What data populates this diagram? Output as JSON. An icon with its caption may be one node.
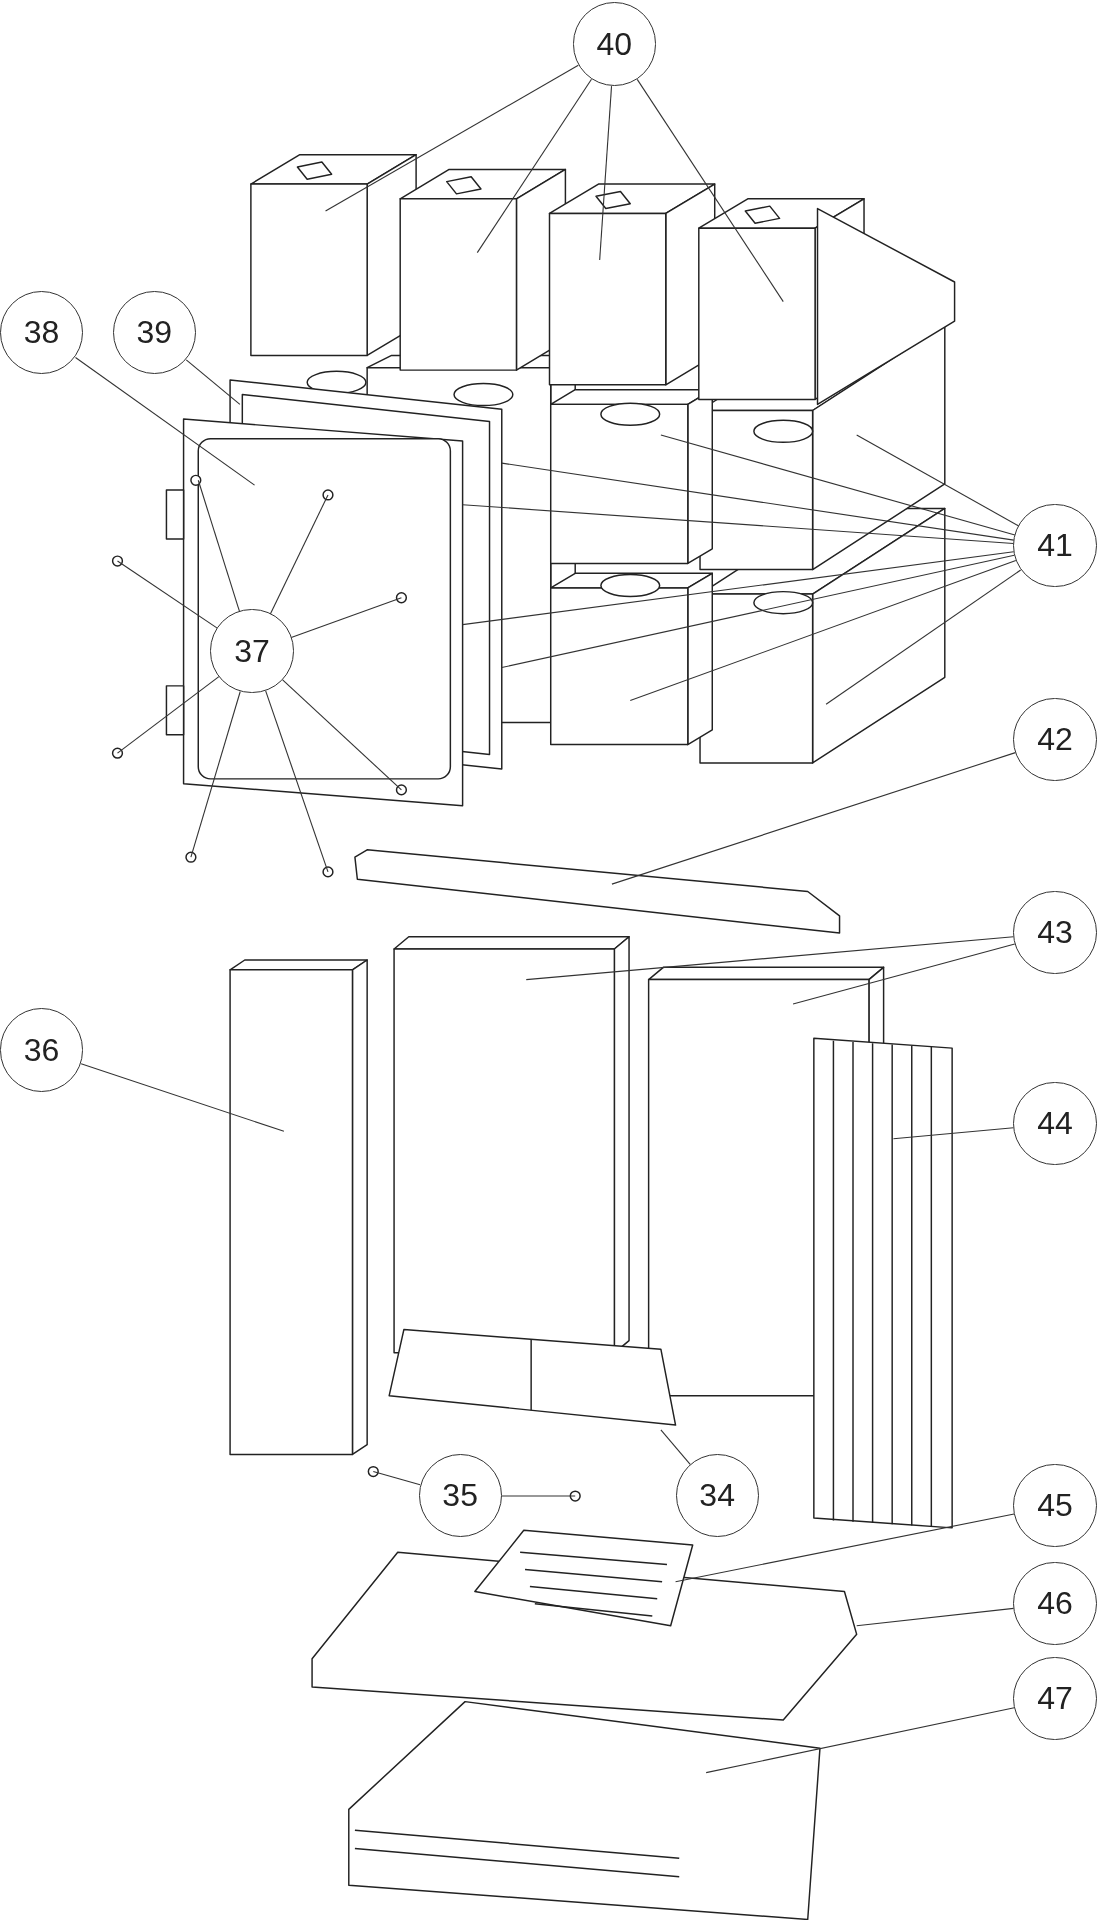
{
  "diagram": {
    "nodes": [
      {
        "text": [
          "40"
        ]
      },
      {
        "text": [
          "38"
        ]
      },
      {
        "text": [
          "39"
        ]
      },
      {
        "text": [
          "41"
        ]
      },
      {
        "text": [
          "37"
        ]
      },
      {
        "text": [
          "42"
        ]
      },
      {
        "text": [
          "43"
        ]
      },
      {
        "text": [
          "36"
        ]
      },
      {
        "text": [
          "44"
        ]
      },
      {
        "text": [
          "35"
        ]
      },
      {
        "text": [
          "34"
        ]
      },
      {
        "text": [
          "45"
        ]
      },
      {
        "text": [
          "46"
        ]
      },
      {
        "text": [
          "47"
        ]
      }
    ],
    "edges": [
      {
        "from": 0,
        "to": null,
        "arrow": "none"
      },
      {
        "from": 0,
        "to": null,
        "arrow": "none"
      },
      {
        "from": 0,
        "to": null,
        "arrow": "none"
      },
      {
        "from": 0,
        "to": null,
        "arrow": "none"
      },
      {
        "from": 1,
        "to": null,
        "arrow": "none"
      },
      {
        "from": 2,
        "to": null,
        "arrow": "none"
      },
      {
        "from": 3,
        "to": null,
        "arrow": "none"
      },
      {
        "from": 3,
        "to": null,
        "arrow": "none"
      },
      {
        "from": 3,
        "to": null,
        "arrow": "none"
      },
      {
        "from": 3,
        "to": null,
        "arrow": "none"
      },
      {
        "from": 3,
        "to": null,
        "arrow": "none"
      },
      {
        "from": 3,
        "to": null,
        "arrow": "none"
      },
      {
        "from": 3,
        "to": null,
        "arrow": "none"
      },
      {
        "from": 3,
        "to": null,
        "arrow": "none"
      },
      {
        "from": 4,
        "to": null,
        "arrow": "none"
      },
      {
        "from": 4,
        "to": null,
        "arrow": "none"
      },
      {
        "from": 4,
        "to": null,
        "arrow": "none"
      },
      {
        "from": 4,
        "to": null,
        "arrow": "none"
      },
      {
        "from": 4,
        "to": null,
        "arrow": "none"
      },
      {
        "from": 4,
        "to": null,
        "arrow": "none"
      },
      {
        "from": 4,
        "to": null,
        "arrow": "none"
      },
      {
        "from": 4,
        "to": null,
        "arrow": "none"
      },
      {
        "from": 5,
        "to": null,
        "arrow": "none"
      },
      {
        "from": 6,
        "to": null,
        "arrow": "none"
      },
      {
        "from": 6,
        "to": null,
        "arrow": "none"
      },
      {
        "from": 7,
        "to": null,
        "arrow": "none"
      },
      {
        "from": 8,
        "to": null,
        "arrow": "none"
      },
      {
        "from": 9,
        "to": null,
        "arrow": "none"
      },
      {
        "from": 9,
        "to": null,
        "arrow": "none"
      },
      {
        "from": 10,
        "to": null,
        "arrow": "none"
      },
      {
        "from": 11,
        "to": null,
        "arrow": "none"
      },
      {
        "from": 12,
        "to": null,
        "arrow": "none"
      },
      {
        "from": 13,
        "to": null,
        "arrow": "none"
      }
    ]
  }
}
